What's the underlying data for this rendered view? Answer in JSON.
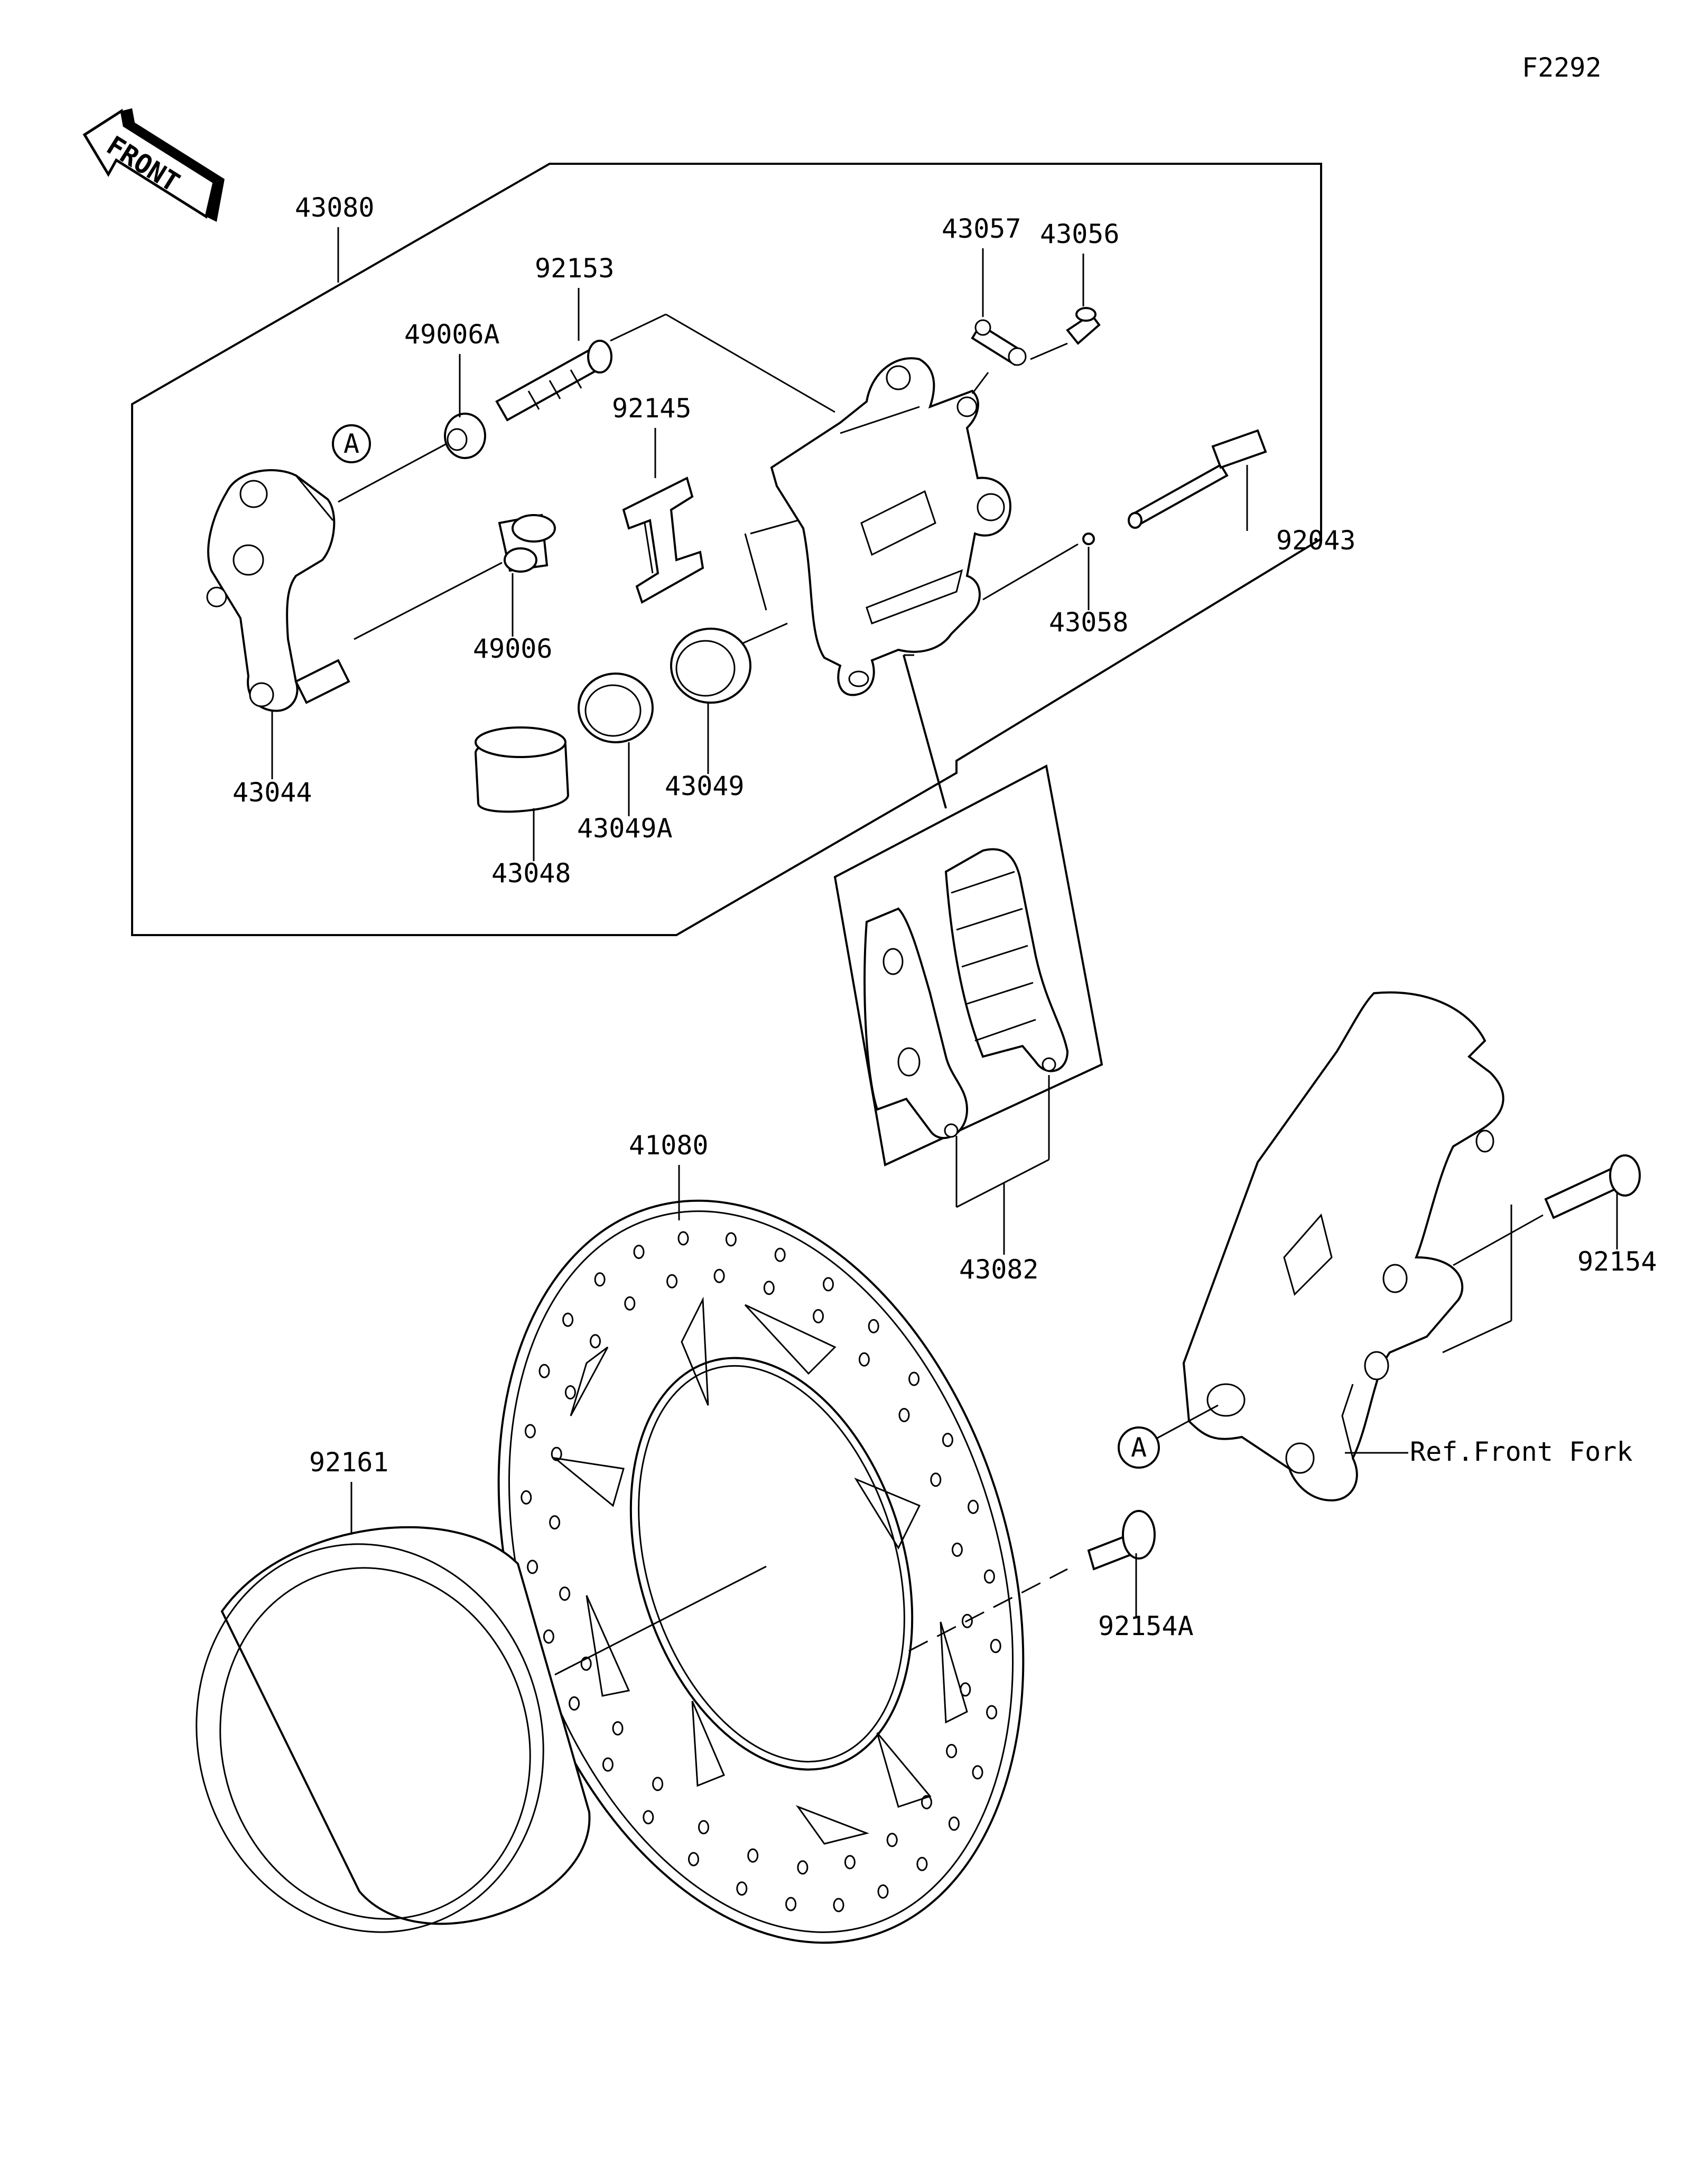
{
  "diagram": {
    "code": "F2292",
    "front_arrow_label": "FRONT",
    "ref_label": "Ref.Front Fork",
    "ref_callout": "A",
    "labels": {
      "p43080": "43080",
      "p92153": "92153",
      "p49006A": "49006A",
      "p43057": "43057",
      "p43056": "43056",
      "p92145": "92145",
      "p92043": "92043",
      "p49006": "49006",
      "p43058": "43058",
      "p43044": "43044",
      "p43049": "43049",
      "p43049A": "43049A",
      "p43048": "43048",
      "p41080": "41080",
      "p43082": "43082",
      "p92154": "92154",
      "p92161": "92161",
      "p92154A": "92154A"
    }
  }
}
